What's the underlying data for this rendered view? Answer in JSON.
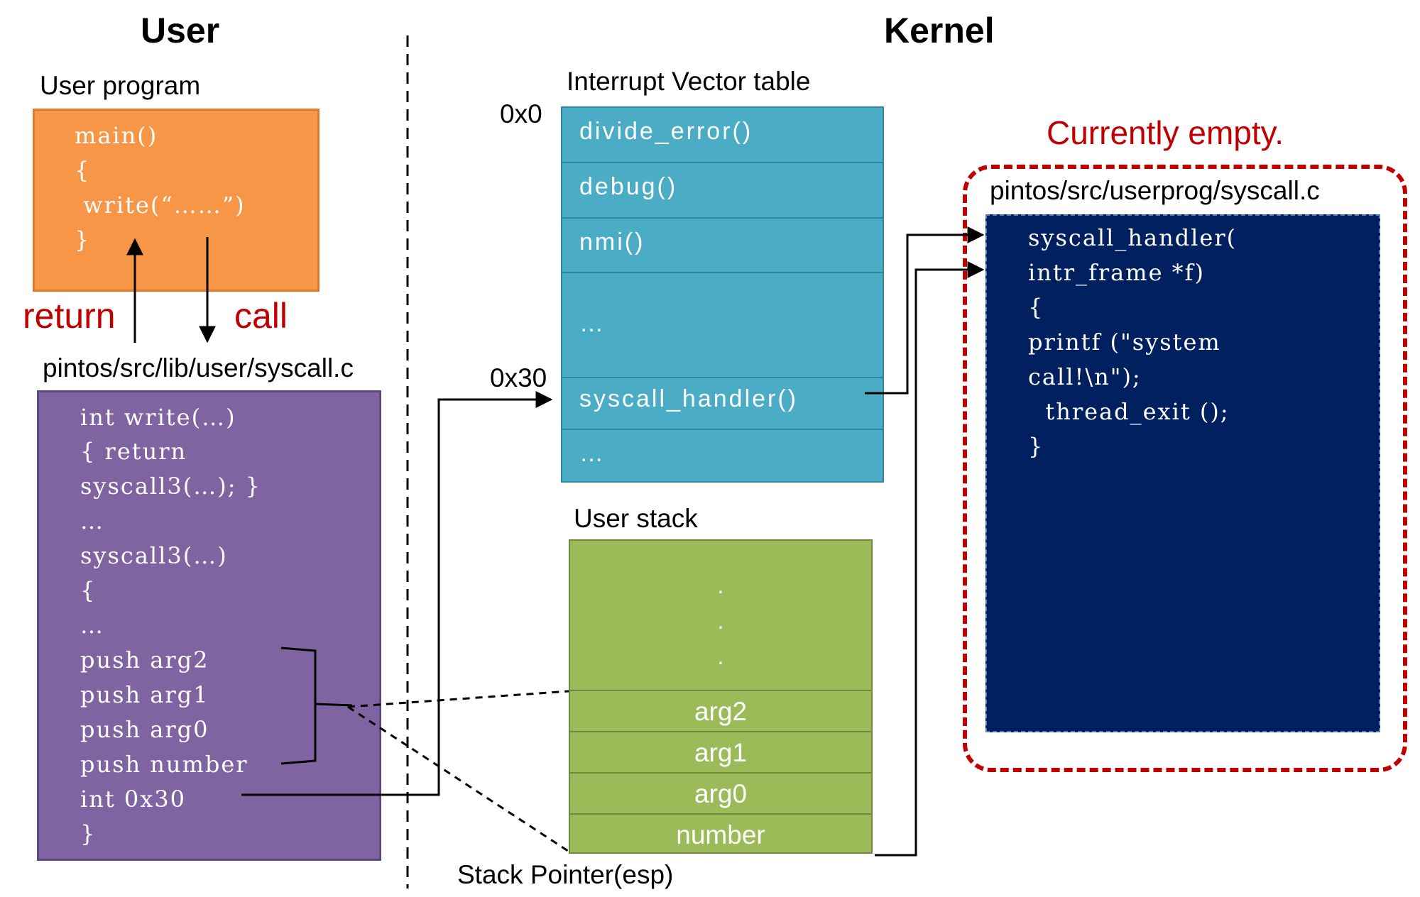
{
  "headings": {
    "user": "User",
    "kernel": "Kernel"
  },
  "user_program": {
    "label": "User program",
    "code": [
      "main()",
      "{",
      " write(“……”)",
      "}"
    ]
  },
  "flow_labels": {
    "return": "return",
    "call": "call"
  },
  "lib_syscall": {
    "label": "pintos/src/lib/user/syscall.c",
    "code": [
      "int write(…)",
      "{ return",
      "syscall3(…); }",
      "…",
      "syscall3(…)",
      "{",
      "…",
      "push arg2",
      "push arg1",
      "push arg0",
      "push number",
      "int 0x30",
      "}"
    ]
  },
  "ivt": {
    "label": "Interrupt Vector table",
    "addr_start": "0x0",
    "addr_syscall": "0x30",
    "rows": [
      "divide_error()",
      "debug()",
      "nmi()",
      "…",
      "syscall_handler()",
      "…"
    ]
  },
  "user_stack": {
    "label": "User stack",
    "dots": [
      ".",
      ".",
      "."
    ],
    "rows": [
      "arg2",
      "arg1",
      "arg0",
      "number"
    ],
    "sp_label": "Stack Pointer(esp)"
  },
  "kernel_syscall": {
    "note": "Currently empty.",
    "label": "pintos/src/userprog/syscall.c",
    "code": [
      "syscall_handler(",
      "intr_frame *f)",
      "{",
      "printf (\"system",
      "call!\\n\");",
      "  thread_exit ();",
      "}"
    ]
  },
  "colors": {
    "orange": "#f79646",
    "purple": "#8064a2",
    "teal": "#4bacc6",
    "green": "#9bbb59",
    "navy": "#002060",
    "red": "#c00000"
  }
}
